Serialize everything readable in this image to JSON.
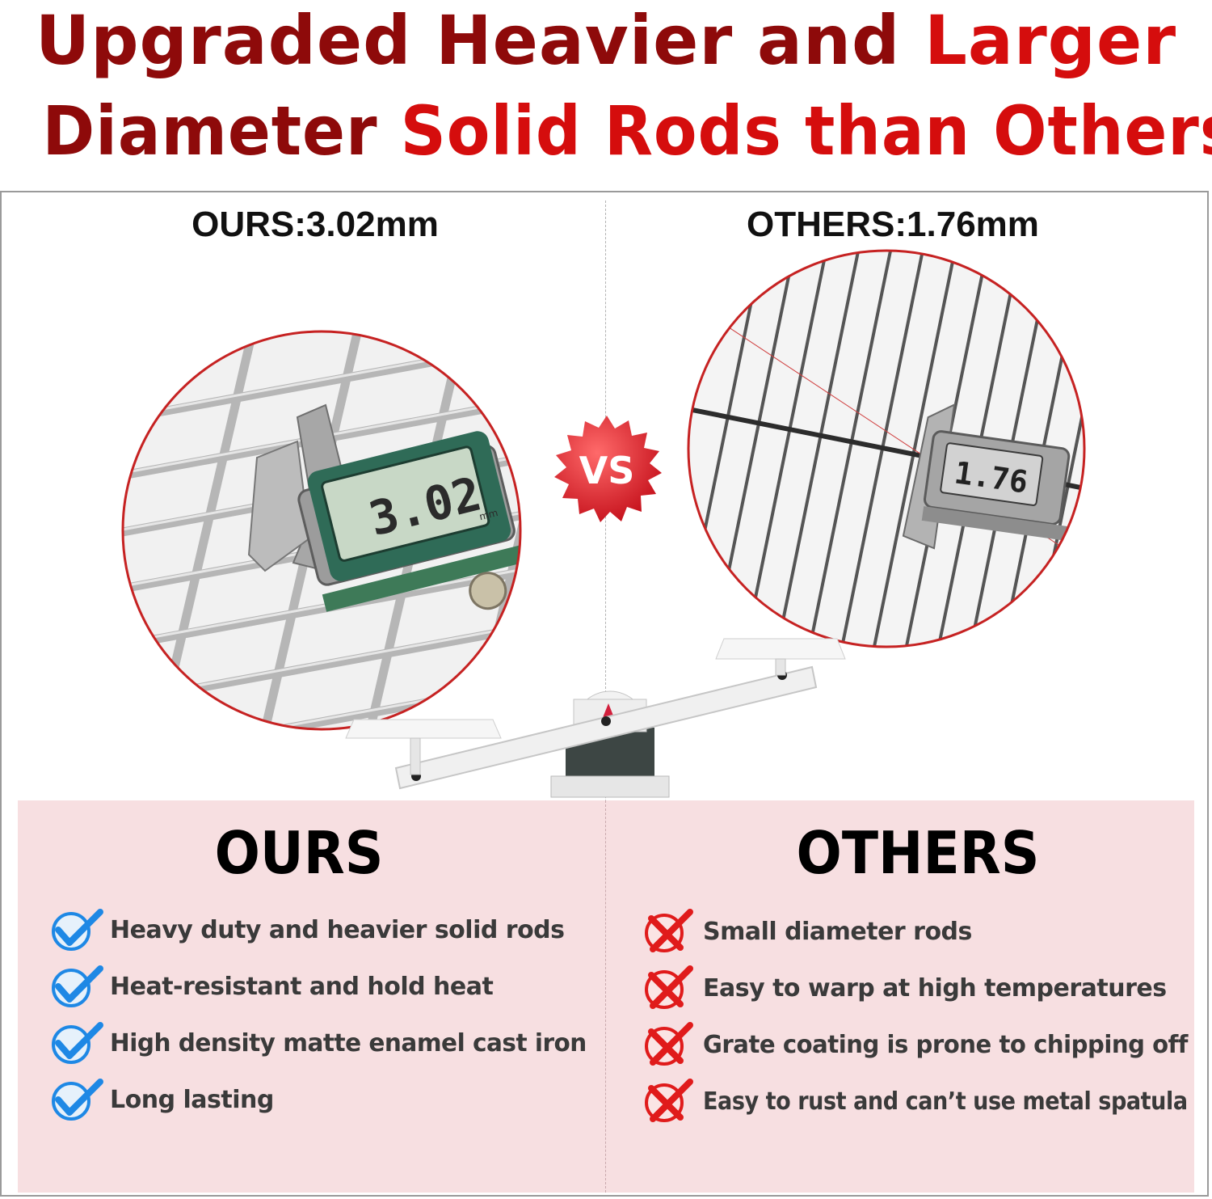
{
  "headline": {
    "line1": [
      {
        "text": "Upgraded Heavier and ",
        "tone": "dark"
      },
      {
        "text": "Larger",
        "tone": "red"
      }
    ],
    "line2": [
      {
        "text": "Diameter ",
        "tone": "dark"
      },
      {
        "text": "Solid Rods than Others",
        "tone": "red"
      }
    ]
  },
  "measurements": {
    "ours": "OURS:3.02mm",
    "others": "OTHERS:1.76mm"
  },
  "caliper_readouts": {
    "ours": "3.02",
    "ours_unit": "mm",
    "others": "1.76"
  },
  "vs_badge": "VS",
  "comparison": {
    "ours": {
      "heading": "OURS",
      "items": [
        "Heavy duty and heavier solid rods",
        "Heat-resistant and hold heat",
        "High density matte enamel cast iron",
        "Long lasting"
      ]
    },
    "others": {
      "heading": "OTHERS",
      "items": [
        "Small diameter rods",
        "Easy to warp at high temperatures",
        "Grate coating is prone to chipping off",
        "Easy to rust and can’t use metal spatula"
      ]
    }
  },
  "colors": {
    "title_dark": "#8e0a0a",
    "title_red": "#d50d0d",
    "panel_bg": "#f7dfe1",
    "check_blue": "#1e88e5",
    "cross_red": "#e01b1b"
  },
  "icons": {
    "positive": "check-icon",
    "negative": "cross-icon"
  }
}
